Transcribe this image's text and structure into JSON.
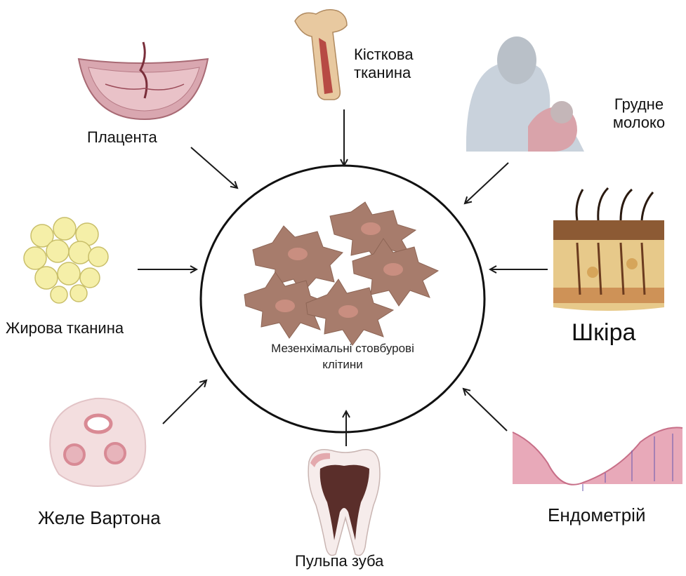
{
  "center": {
    "label_line1": "Мезенхімальні стовбурові",
    "label_line2": "клітини"
  },
  "sources": {
    "placenta": "Плацента",
    "bone_line1": "Кісткова",
    "bone_line2": "тканина",
    "milk_line1": "Грудне",
    "milk_line2": "молоко",
    "adipose": "Жирова тканина",
    "skin": "Шкіра",
    "wharton": "Желе Вартона",
    "endometrium": "Ендометрій",
    "dental_pulp": "Пульпа зуба"
  },
  "colors": {
    "cell_fill": "#a77c6c",
    "cell_nucleus": "#c98e80",
    "placenta": "#d9a7b0",
    "bone": "#e8c9a0",
    "fat": "#f5efa8",
    "skin": "#c8844a",
    "wharton": "#f3dedf",
    "endometrium": "#e8a9b9",
    "tooth_pulp": "#5a2e2a",
    "arrow": "#1a1a1a"
  },
  "icons": [
    "placenta-icon",
    "bone-icon",
    "breastfeeding-icon",
    "fat-cells-icon",
    "skin-icon",
    "wharton-jelly-icon",
    "endometrium-icon",
    "tooth-icon",
    "stem-cells-icon"
  ]
}
